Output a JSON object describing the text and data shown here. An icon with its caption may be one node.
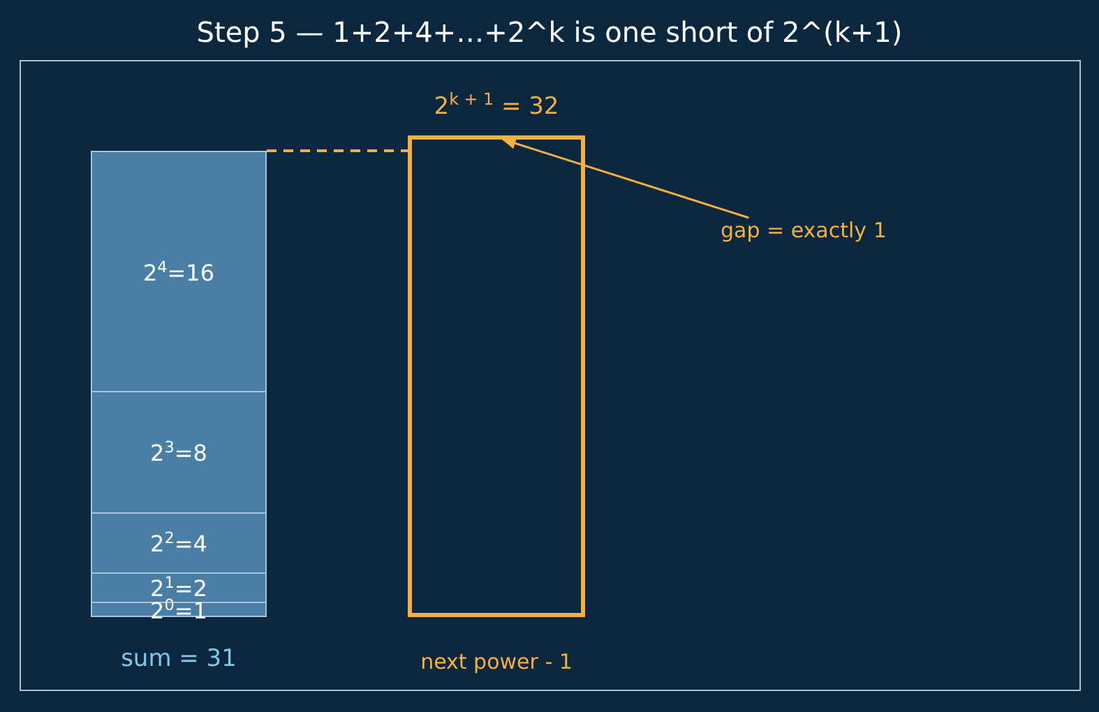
{
  "diagram": {
    "title": "Step 5 — 1+2+4+…+2^k is one short of 2^(k+1)",
    "nodes": [
      {
        "text": [],
        "shape": "bar",
        "beside": [
          "sum = 31"
        ]
      },
      {
        "text": [
          "2$^{4}$=16"
        ],
        "in": 0
      },
      {
        "text": [
          "2$^{3}$=8"
        ],
        "in": 0
      },
      {
        "text": [
          "2$^{2}$=4"
        ],
        "in": 0
      },
      {
        "text": [
          "2$^{1}$=2"
        ],
        "in": 0
      },
      {
        "text": [
          "2$^{0}$=1"
        ],
        "in": 0
      },
      {
        "text": [
          "2$^{k + 1}$ = 32"
        ],
        "beside": [
          "next power - 1"
        ]
      },
      {
        "text": [
          "gap = exactly 1"
        ]
      }
    ],
    "edges": [
      {
        "from": 0,
        "to": 6,
        "arrow": "none",
        "style": "dashed",
        "color": "#f5b041"
      },
      {
        "from": 7,
        "to": 6,
        "arrow": "to",
        "color": "#f5b041"
      }
    ]
  }
}
